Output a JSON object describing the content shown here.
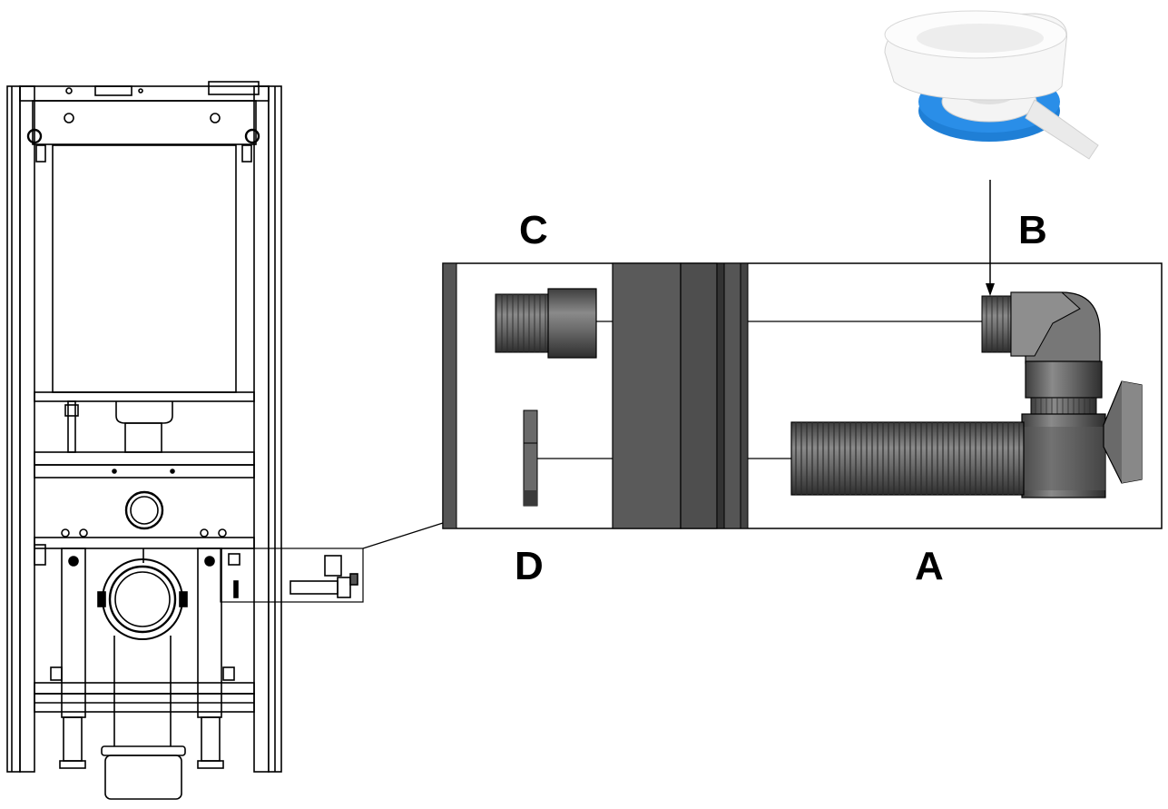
{
  "labels": {
    "a": "A",
    "b": "B",
    "c": "C",
    "d": "D"
  },
  "colors": {
    "line": "#000000",
    "pipe_dark": "#4a4a4a",
    "pipe_mid": "#6e6e6e",
    "pipe_light": "#9a9a9a",
    "tape_blue": "#1f7fd6",
    "tape_white": "#f2f2f2",
    "wall_dark": "#555555"
  },
  "icons": {
    "frame": "wc-installation-frame-icon",
    "tape": "ptfe-thread-seal-tape-icon",
    "flex_hose": "flexible-hose-icon",
    "elbow_valve": "elbow-valve-icon",
    "nipple": "threaded-nipple-icon",
    "gasket": "gasket-icon"
  }
}
